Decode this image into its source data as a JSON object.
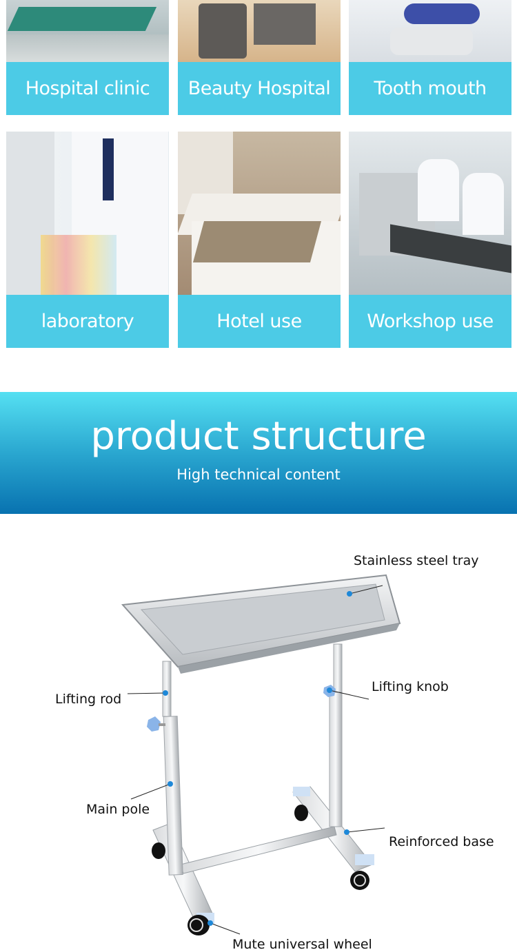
{
  "applications": [
    {
      "label": "Hospital clinic",
      "scene": "waiting-room-seats"
    },
    {
      "label": "Beauty Hospital",
      "scene": "beauty-beds"
    },
    {
      "label": "Tooth mouth",
      "scene": "dental-chair"
    },
    {
      "label": "laboratory",
      "scene": "lab-microscope"
    },
    {
      "label": "Hotel use",
      "scene": "hotel-room"
    },
    {
      "label": "Workshop use",
      "scene": "clean-workshop"
    }
  ],
  "banner": {
    "title": "product structure",
    "subtitle": "High technical content"
  },
  "structure": {
    "callouts": {
      "tray": "Stainless steel tray",
      "lifting_rod": "Lifting rod",
      "lifting_knob": "Lifting knob",
      "main_pole": "Main pole",
      "base": "Reinforced base",
      "wheel": "Mute universal wheel"
    }
  },
  "colors": {
    "label_bg": "#4ccbe6",
    "banner_top": "#55e0f2",
    "banner_bottom": "#0872b0",
    "callout_dot": "#1e88d8"
  }
}
